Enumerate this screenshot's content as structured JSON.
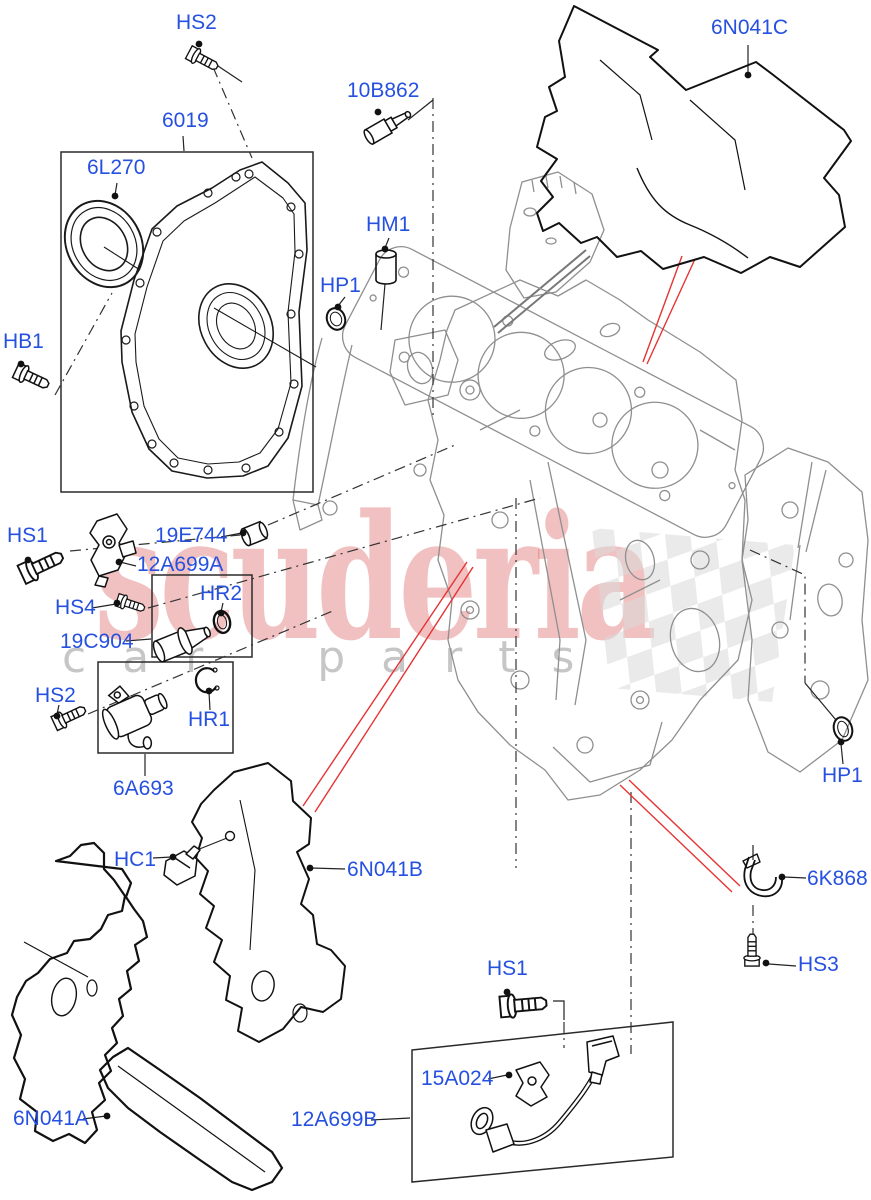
{
  "diagram": {
    "title": "engine cylinder block parts diagram",
    "label_color": "#2650e0",
    "watermark": {
      "brand": "scuderia",
      "subtext": "car parts",
      "brand_color": "#db5a5a",
      "subtext_color": "#c6c6c6"
    },
    "labels": [
      {
        "id": "hs2-top",
        "text": "HS2"
      },
      {
        "id": "10B862",
        "text": "10B862"
      },
      {
        "id": "6019",
        "text": "6019"
      },
      {
        "id": "6L270",
        "text": "6L270"
      },
      {
        "id": "6N041C",
        "text": "6N041C"
      },
      {
        "id": "HM1",
        "text": "HM1"
      },
      {
        "id": "HP1-left",
        "text": "HP1"
      },
      {
        "id": "HB1",
        "text": "HB1"
      },
      {
        "id": "HS1-mid",
        "text": "HS1"
      },
      {
        "id": "19E744",
        "text": "19E744"
      },
      {
        "id": "12A699A",
        "text": "12A699A"
      },
      {
        "id": "HS4",
        "text": "HS4"
      },
      {
        "id": "HR2",
        "text": "HR2"
      },
      {
        "id": "19C904",
        "text": "19C904"
      },
      {
        "id": "HS2-mid",
        "text": "HS2"
      },
      {
        "id": "HR1",
        "text": "HR1"
      },
      {
        "id": "6A693",
        "text": "6A693"
      },
      {
        "id": "HC1",
        "text": "HC1"
      },
      {
        "id": "6N041B",
        "text": "6N041B"
      },
      {
        "id": "6N041A",
        "text": "6N041A"
      },
      {
        "id": "HP1-right",
        "text": "HP1"
      },
      {
        "id": "6K868",
        "text": "6K868"
      },
      {
        "id": "HS3",
        "text": "HS3"
      },
      {
        "id": "HS1-bottom",
        "text": "HS1"
      },
      {
        "id": "15A024",
        "text": "15A024"
      },
      {
        "id": "12A699B",
        "text": "12A699B"
      }
    ]
  }
}
